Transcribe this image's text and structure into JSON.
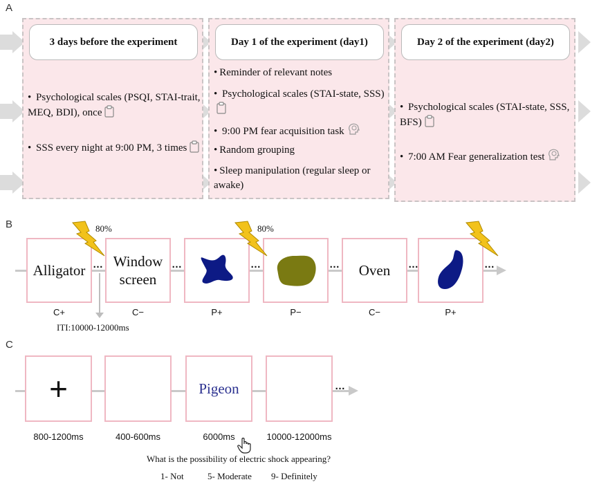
{
  "panels": {
    "a": "A",
    "b": "B",
    "c": "C"
  },
  "timeline": {
    "col1": {
      "title": "3 days before the experiment",
      "items": [
        "Psychological scales (PSQI, STAI-trait, MEQ, BDI), once",
        "SSS every night at 9:00 PM, 3 times"
      ]
    },
    "col2": {
      "title": "Day 1 of the experiment (day1)",
      "items": [
        "Reminder of relevant notes",
        "Psychological scales (STAI-state, SSS)",
        "9:00 PM fear acquisition task",
        "Random grouping",
        "Sleep manipulation (regular sleep or awake)"
      ]
    },
    "col3": {
      "title": "Day 2 of the experiment (day2)",
      "items": [
        "Psychological scales (STAI-state, SSS, BFS)",
        "7:00 AM Fear generalization test"
      ]
    }
  },
  "acquisition": {
    "stimuli": [
      {
        "text": "Alligator",
        "label": "C+"
      },
      {
        "text": "Window screen",
        "label": "C−"
      },
      {
        "text": "",
        "label": "P+",
        "shape": "navy-star"
      },
      {
        "text": "",
        "label": "P−",
        "shape": "olive-blob"
      },
      {
        "text": "Oven",
        "label": "C−"
      },
      {
        "text": "",
        "label": "P+",
        "shape": "navy-drop"
      }
    ],
    "shock_prob_1": "80%",
    "shock_prob_2": "80%",
    "iti": "ITI:10000-12000ms",
    "dots": "…"
  },
  "test": {
    "fixation": "+",
    "word": "Pigeon",
    "durations": [
      "800-1200ms",
      "400-600ms",
      "6000ms",
      "10000-12000ms"
    ],
    "question": "What is the possibility of electric shock appearing?",
    "scale": [
      "1- Not",
      "5- Moderate",
      "9- Definitely"
    ],
    "dots": "…"
  },
  "colors": {
    "pink_fill": "#fbe7ea",
    "pink_border": "#efb7c2",
    "navy": "#0d1a85",
    "olive": "#7a7a12",
    "bolt": "#f2c21b",
    "word_blue": "#2b3190"
  },
  "icons": [
    "clipboard-icon",
    "head-brain-icon",
    "lightning-bolt-icon",
    "hand-cursor-icon"
  ]
}
